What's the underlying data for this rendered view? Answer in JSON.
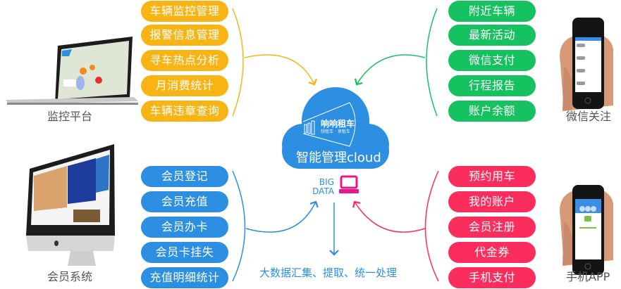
{
  "colors": {
    "yellow": "#f7b414",
    "green": "#16c160",
    "blue": "#2d8fe2",
    "red": "#fb2d5c",
    "magenta": "#e8168c"
  },
  "center": {
    "cloud_label": "智能管理cloud",
    "logo_name": "响响租车",
    "logo_sub": "想租车 · 享租车",
    "big_data_line1": "BIG",
    "big_data_line2": "DATA",
    "computer_icon": "computer-icon",
    "bottom_caption": "大数据汇集、提取、统一处理"
  },
  "groups": {
    "monitor": {
      "device_label": "监控平台",
      "device_icon": "laptop-icon",
      "items": [
        "车辆监控管理",
        "报警信息管理",
        "寻车热点分析",
        "月消费统计",
        "车辆违章查询"
      ]
    },
    "wechat": {
      "device_label": "微信关注",
      "device_icon": "smartphone-icon",
      "items": [
        "附近车辆",
        "最新活动",
        "微信支付",
        "行程报告",
        "账户余额"
      ]
    },
    "member": {
      "device_label": "会员系统",
      "device_icon": "desktop-monitor-icon",
      "items": [
        "会员登记",
        "会员充值",
        "会员办卡",
        "会员卡挂失",
        "充值明细统计"
      ]
    },
    "app": {
      "device_label": "手机APP",
      "device_icon": "smartphone-icon",
      "items": [
        "预约用车",
        "我的账户",
        "会员注册",
        "代金券",
        "手机支付"
      ]
    }
  }
}
